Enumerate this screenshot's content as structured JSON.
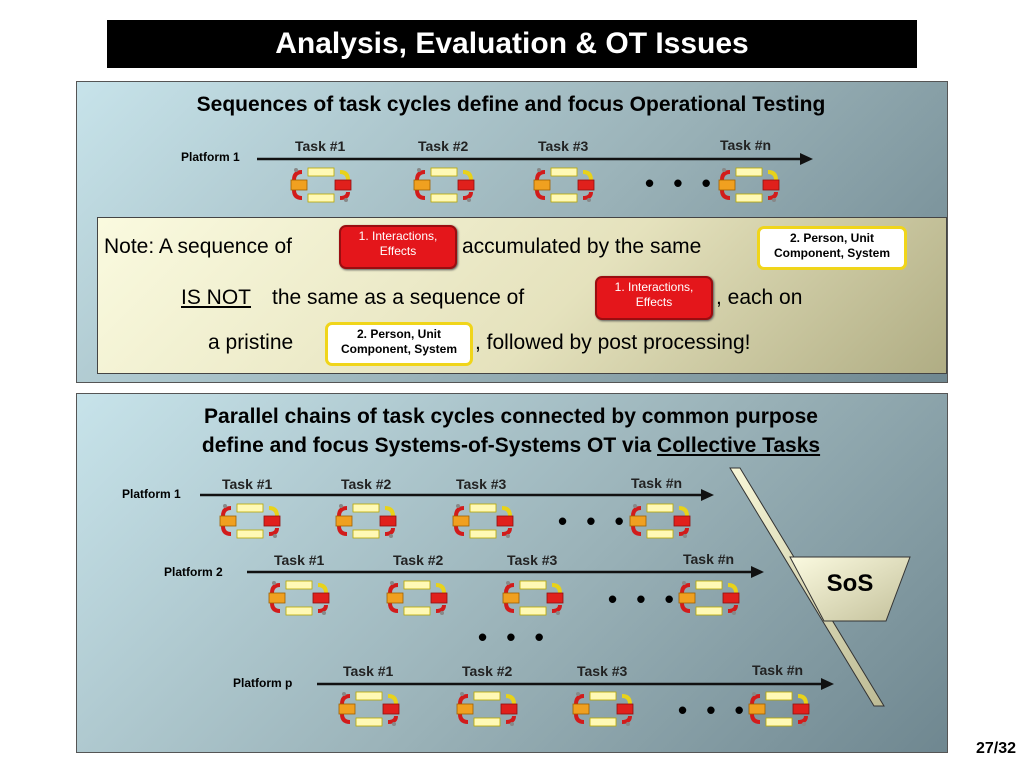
{
  "title": "Analysis, Evaluation & OT Issues",
  "top_section": {
    "heading": "Sequences of task cycles define and focus Operational Testing",
    "platform": "Platform 1",
    "tasks": [
      "Task #1",
      "Task #2",
      "Task #3",
      "Task #n"
    ],
    "dots": "• • •"
  },
  "note": {
    "line1_prefix": "Note: A sequence of",
    "line1_mid": "accumulated by the same",
    "line2_isnot": "IS NOT",
    "line2_mid": "the same as a sequence of",
    "line2_suffix": ", each on",
    "line3_prefix": "a pristine",
    "line3_suffix": ", followed by post processing!",
    "pill_interactions": "1. Interactions, Effects",
    "pill_person": "2. Person, Unit Component, System"
  },
  "bottom_section": {
    "heading_line1": "Parallel chains of task cycles connected by common purpose",
    "heading_line2_prefix": "define and focus Systems-of-Systems OT via",
    "heading_line2_link": "Collective Tasks",
    "platforms": [
      {
        "name": "Platform 1",
        "tasks": [
          "Task #1",
          "Task #2",
          "Task #3",
          "Task #n"
        ]
      },
      {
        "name": "Platform 2",
        "tasks": [
          "Task #1",
          "Task #2",
          "Task #3",
          "Task #n"
        ]
      },
      {
        "name": "Platform p",
        "tasks": [
          "Task #1",
          "Task #2",
          "Task #3",
          "Task #n"
        ]
      }
    ],
    "dots": "• • •",
    "sos_label": "SoS"
  },
  "page_number": "27/32",
  "colors": {
    "title_bg": "#000000",
    "pill_red": "#e4161b",
    "pill_border_yellow": "#f0d51a",
    "arrow": "#111111"
  }
}
